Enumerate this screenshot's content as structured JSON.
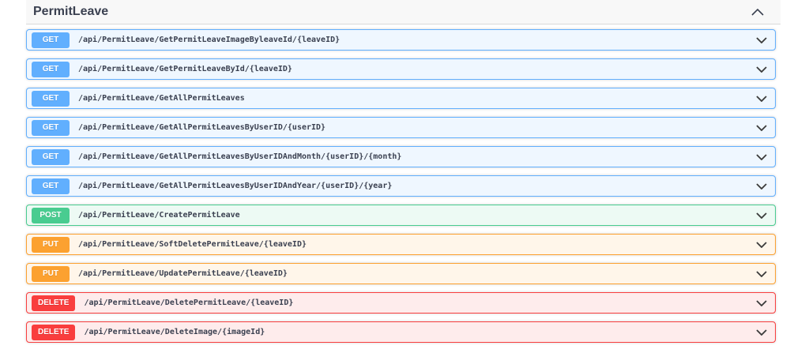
{
  "section": {
    "title": "PermitLeave",
    "collapse_icon": "chevron-up"
  },
  "icons": {
    "collapse_section": "chevron-up-icon",
    "expand_endpoint": "chevron-down-icon"
  },
  "colors": {
    "text": "#3b4151",
    "header_bg": "#f8f8f8",
    "header_border": "#d9d9d9",
    "methods": {
      "GET": {
        "accent": "#61affe",
        "bg": "#eff7ff"
      },
      "POST": {
        "accent": "#49cc90",
        "bg": "#edfaf4"
      },
      "PUT": {
        "accent": "#fca130",
        "bg": "#fff6ea"
      },
      "DELETE": {
        "accent": "#f93e3e",
        "bg": "#feecec"
      }
    }
  },
  "endpoints": [
    {
      "method": "GET",
      "path": "/api/PermitLeave/GetPermitLeaveImageByleaveId/{leaveID}"
    },
    {
      "method": "GET",
      "path": "/api/PermitLeave/GetPermitLeaveById/{leaveID}"
    },
    {
      "method": "GET",
      "path": "/api/PermitLeave/GetAllPermitLeaves"
    },
    {
      "method": "GET",
      "path": "/api/PermitLeave/GetAllPermitLeavesByUserID/{userID}"
    },
    {
      "method": "GET",
      "path": "/api/PermitLeave/GetAllPermitLeavesByUserIDAndMonth/{userID}/{month}"
    },
    {
      "method": "GET",
      "path": "/api/PermitLeave/GetAllPermitLeavesByUserIDAndYear/{userID}/{year}"
    },
    {
      "method": "POST",
      "path": "/api/PermitLeave/CreatePermitLeave"
    },
    {
      "method": "PUT",
      "path": "/api/PermitLeave/SoftDeletePermitLeave/{leaveID}"
    },
    {
      "method": "PUT",
      "path": "/api/PermitLeave/UpdatePermitLeave/{leaveID}"
    },
    {
      "method": "DELETE",
      "path": "/api/PermitLeave/DeletePermitLeave/{leaveID}"
    },
    {
      "method": "DELETE",
      "path": "/api/PermitLeave/DeleteImage/{imageId}"
    }
  ]
}
